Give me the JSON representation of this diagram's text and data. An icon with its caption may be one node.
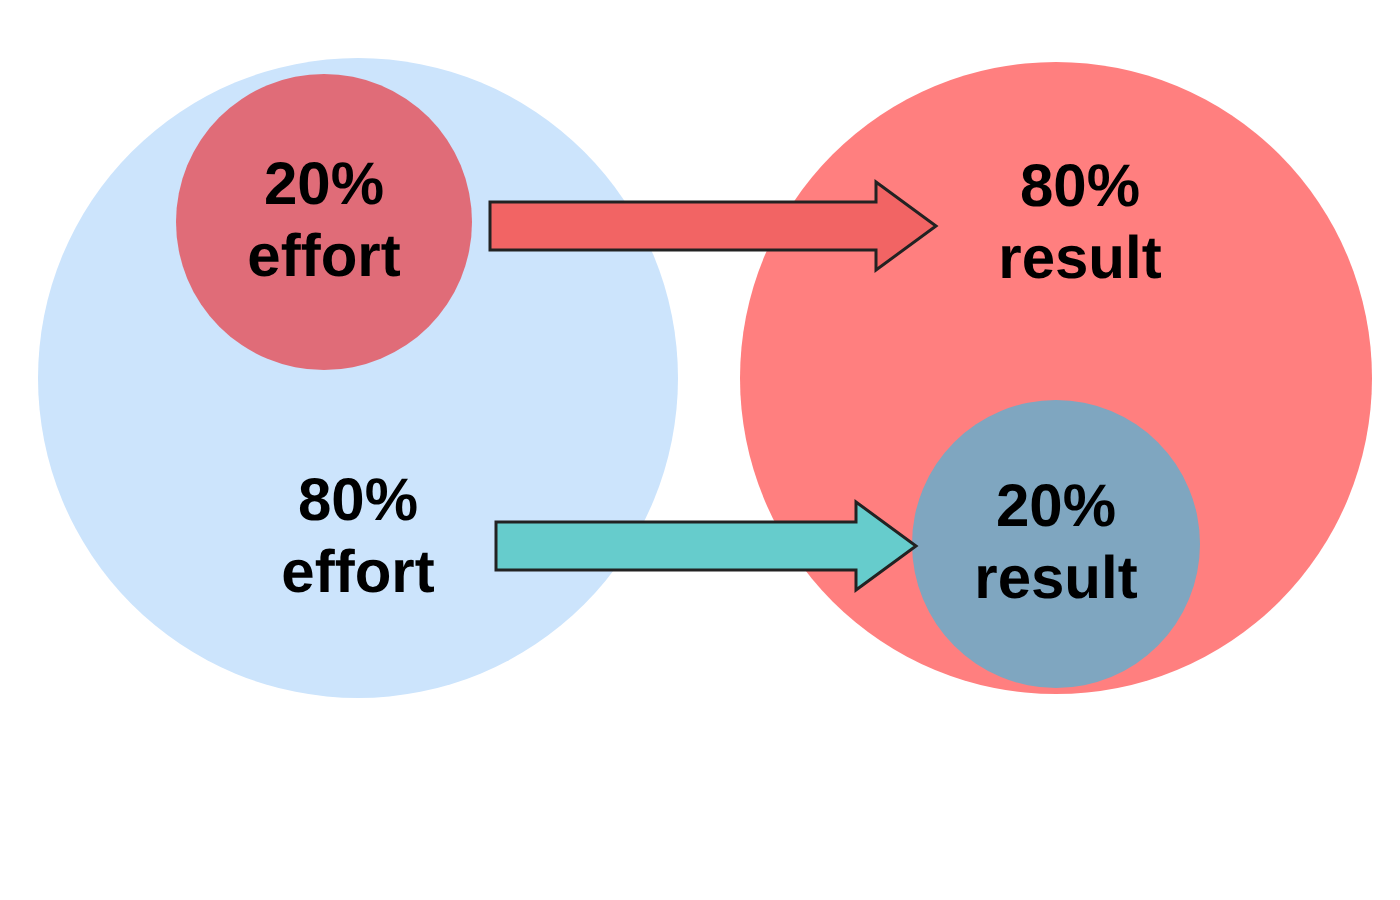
{
  "diagram": {
    "nodes": [
      {
        "text": [
          "80% effort"
        ]
      },
      {
        "text": [
          "20% effort"
        ],
        "in": 0
      },
      {
        "text": [
          "80% result"
        ]
      },
      {
        "text": [
          "20% result"
        ],
        "in": 2
      }
    ],
    "edges": [
      {
        "from": 1,
        "to": 2,
        "arrow": "to",
        "color": "#f26464"
      },
      {
        "from": 0,
        "to": 3,
        "arrow": "to",
        "color": "#66cccc"
      }
    ]
  }
}
